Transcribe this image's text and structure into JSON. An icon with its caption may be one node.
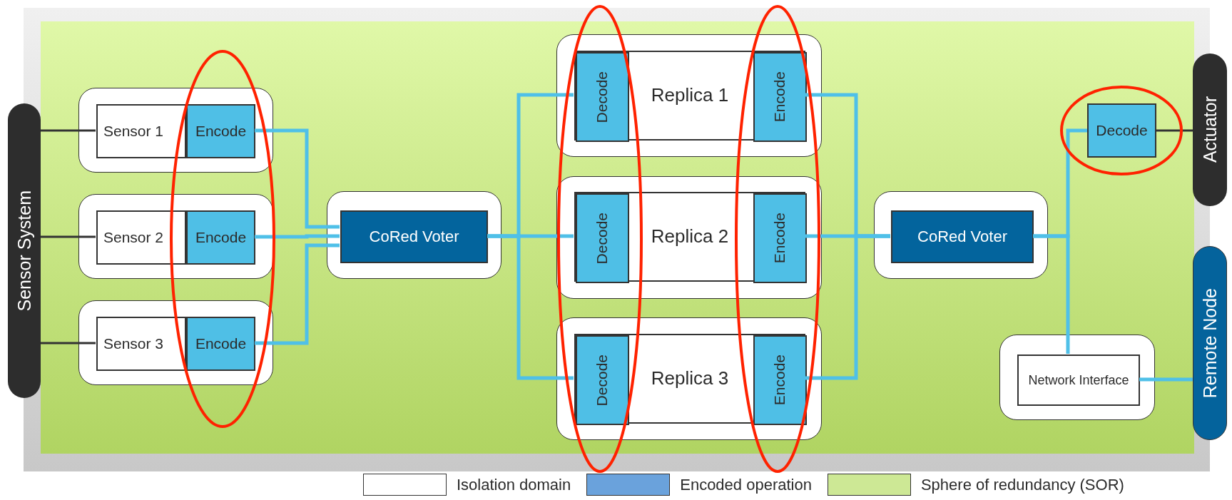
{
  "diagram": {
    "nodes": [
      {
        "text": [],
        "shape": "box"
      },
      {
        "text": [
          "Sensor System"
        ]
      },
      {
        "text": [],
        "shape": "box",
        "in": 0
      },
      {
        "text": [
          "Sensor 1"
        ],
        "in": 2
      },
      {
        "text": [
          "Encode"
        ],
        "in": 2
      },
      {
        "text": [],
        "shape": "box",
        "in": 0
      },
      {
        "text": [
          "Sensor 2"
        ],
        "in": 5
      },
      {
        "text": [
          "Encode"
        ],
        "in": 5
      },
      {
        "text": [],
        "shape": "box",
        "in": 0
      },
      {
        "text": [
          "Sensor 3"
        ],
        "in": 8
      },
      {
        "text": [
          "Encode"
        ],
        "in": 8
      },
      {
        "text": [],
        "shape": "box",
        "in": 0
      },
      {
        "text": [
          "CoRed Voter"
        ],
        "in": 11
      },
      {
        "text": [],
        "shape": "box",
        "in": 0
      },
      {
        "text": [
          "Replica 1"
        ],
        "in": 13
      },
      {
        "text": [
          "Decode"
        ],
        "in": 14
      },
      {
        "text": [
          "Encode"
        ],
        "in": 14
      },
      {
        "text": [],
        "shape": "box",
        "in": 0
      },
      {
        "text": [
          "Replica 2"
        ],
        "in": 17
      },
      {
        "text": [
          "Decode"
        ],
        "in": 18
      },
      {
        "text": [
          "Encode"
        ],
        "in": 18
      },
      {
        "text": [],
        "shape": "box",
        "in": 0
      },
      {
        "text": [
          "Replica 3"
        ],
        "in": 21
      },
      {
        "text": [
          "Decode"
        ],
        "in": 22
      },
      {
        "text": [
          "Encode"
        ],
        "in": 22
      },
      {
        "text": [],
        "shape": "box",
        "in": 0
      },
      {
        "text": [
          "CoRed Voter"
        ],
        "in": 25
      },
      {
        "text": [
          "Decode"
        ],
        "in": 0
      },
      {
        "text": [
          "Actuator"
        ]
      },
      {
        "text": [],
        "shape": "box",
        "in": 0
      },
      {
        "text": [
          "Network Interface"
        ],
        "in": 29
      },
      {
        "text": [
          "Remote Node"
        ]
      }
    ],
    "edges": [
      {
        "from": 1,
        "to": 3,
        "arrow": "none",
        "color": "#333333"
      },
      {
        "from": 1,
        "to": 6,
        "arrow": "none",
        "color": "#333333"
      },
      {
        "from": 1,
        "to": 9,
        "arrow": "none",
        "color": "#333333"
      },
      {
        "from": 4,
        "to": 12,
        "arrow": "none"
      },
      {
        "from": 7,
        "to": 12,
        "arrow": "none"
      },
      {
        "from": 10,
        "to": 12,
        "arrow": "none"
      },
      {
        "from": 12,
        "to": 15,
        "arrow": "none"
      },
      {
        "from": 12,
        "to": 19,
        "arrow": "none"
      },
      {
        "from": 12,
        "to": 23,
        "arrow": "none"
      },
      {
        "from": 16,
        "to": 26,
        "arrow": "none"
      },
      {
        "from": 20,
        "to": 26,
        "arrow": "none"
      },
      {
        "from": 24,
        "to": 26,
        "arrow": "none"
      },
      {
        "from": 26,
        "to": 27,
        "arrow": "none"
      },
      {
        "from": 26,
        "to": 30,
        "arrow": "none"
      },
      {
        "from": 27,
        "to": 28,
        "arrow": "none",
        "color": "#333333"
      },
      {
        "from": 30,
        "to": 31,
        "arrow": "none"
      }
    ],
    "legend": [
      {
        "text": "Isolation domain",
        "color": "#ffffff"
      },
      {
        "text": "Encoded operation",
        "color": "#6aa2dc"
      },
      {
        "text": "Sphere of redundancy (SOR)",
        "color": "#cde895"
      }
    ]
  }
}
